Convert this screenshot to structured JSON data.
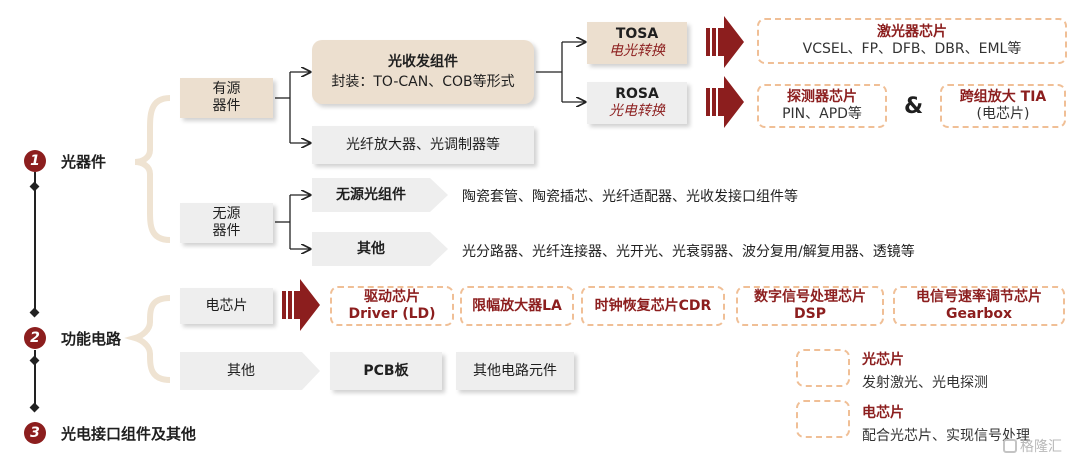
{
  "items": [
    {
      "num": "1",
      "label": "光器件"
    },
    {
      "num": "2",
      "label": "功能电路"
    },
    {
      "num": "3",
      "label": "光电接口组件及其他"
    }
  ],
  "active": {
    "line1": "有源",
    "line2": "器件"
  },
  "passive": {
    "line1": "无源",
    "line2": "器件"
  },
  "transceiver": {
    "title": "光收发组件",
    "detail": "封装：TO-CAN、COB等形式"
  },
  "fiber_amp": "光纤放大器、光调制器等",
  "tosa": {
    "title": "TOSA",
    "sub": "电光转换"
  },
  "rosa": {
    "title": "ROSA",
    "sub": "光电转换"
  },
  "laser_chip": {
    "title": "激光器芯片",
    "types": "VCSEL、FP、DFB、DBR、EML等"
  },
  "detector_chip": {
    "title": "探测器芯片",
    "types": "PIN、APD等"
  },
  "ampersand": "&",
  "tia_chip": {
    "title": "跨组放大 TIA",
    "sub": "(电芯片)"
  },
  "passive_module": {
    "label": "无源光组件",
    "desc": "陶瓷套管、陶瓷插芯、光纤适配器、光收发接口组件等"
  },
  "others_passive": {
    "label": "其他",
    "desc": "光分路器、光纤连接器、光开光、光衰弱器、波分复用/解复用器、透镜等"
  },
  "elec_chip": {
    "label": "电芯片",
    "chips": [
      {
        "name": "驱动芯片",
        "sub": "Driver (LD)"
      },
      {
        "name": "限幅放大器LA",
        "sub": ""
      },
      {
        "name": "时钟恢复芯片CDR",
        "sub": ""
      },
      {
        "name": "数字信号处理芯片",
        "sub": "DSP"
      },
      {
        "name": "电信号速率调节芯片",
        "sub": "Gearbox"
      }
    ]
  },
  "other_circuit": {
    "label": "其他",
    "pcb": "PCB板",
    "other_components": "其他电路元件"
  },
  "legend": [
    {
      "title": "光芯片",
      "desc": "发射激光、光电探测"
    },
    {
      "title": "电芯片",
      "desc": "配合光芯片、实现信号处理"
    }
  ],
  "watermark": "格隆汇",
  "colors": {
    "accent": "#8c1e1e",
    "dashed": "#f0bf96",
    "beige": "#ecdfcf",
    "grey": "#eeeeee"
  }
}
